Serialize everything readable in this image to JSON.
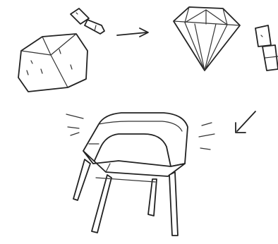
{
  "illustration": {
    "subjects": [
      "rock-with-chisel",
      "cut-diamond-with-chisel",
      "designer-chair"
    ],
    "flow": [
      "rock-to-diamond-arrow",
      "diamond-to-chair-arrow"
    ],
    "colors": {
      "ink": "#222222",
      "background": "#ffffff",
      "shade": "#e6e6e6"
    }
  }
}
